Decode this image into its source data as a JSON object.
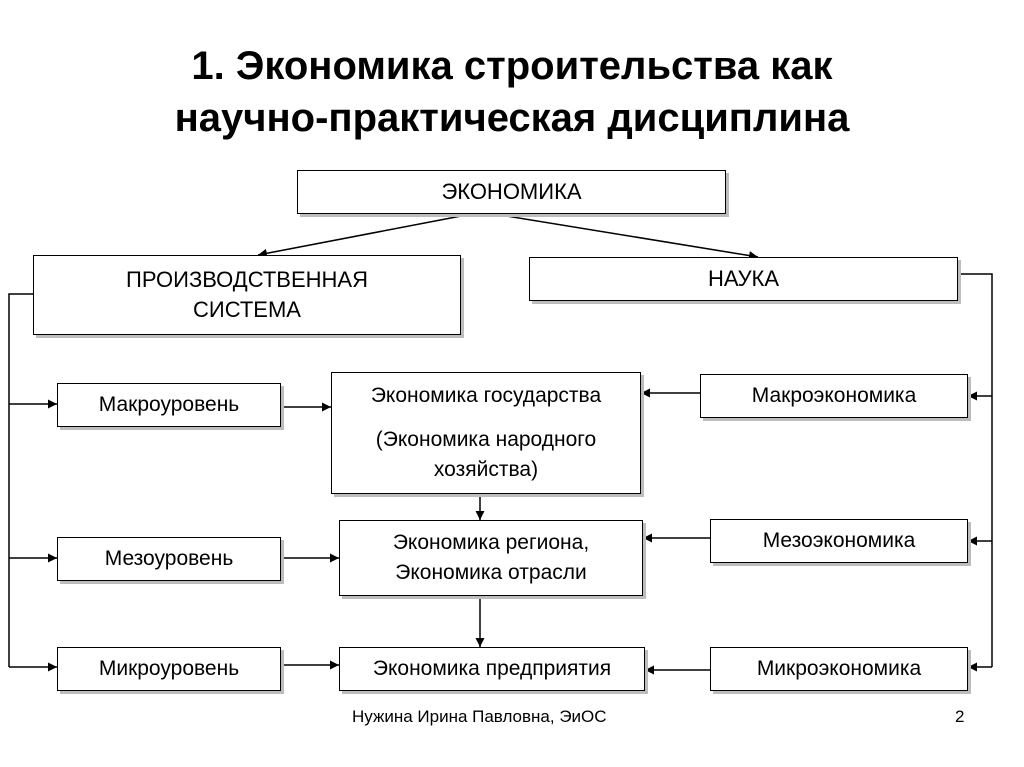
{
  "slide": {
    "title_line1": "1. Экономика строительства как",
    "title_line2": "научно-практическая дисциплина",
    "footer_author": "Нужина Ирина Павловна, ЭиОС",
    "page_number": "2"
  },
  "diagram": {
    "root": "ЭКОНОМИКА",
    "production_line1": "ПРОИЗВОДСТВЕННАЯ",
    "production_line2": "СИСТЕМА",
    "science": "НАУКА",
    "left_levels": [
      "Макроуровень",
      "Мезоуровень",
      "Микроуровень"
    ],
    "center": {
      "state_line1": "Экономика государства",
      "state_line2": "(Экономика народного",
      "state_line3": "хозяйства)",
      "region_line1": "Экономика региона,",
      "region_line2": "Экономика отрасли",
      "enterprise": "Экономика предприятия"
    },
    "right_levels": [
      "Макроэкономика",
      "Мезоэкономика",
      "Микроэкономика"
    ]
  }
}
